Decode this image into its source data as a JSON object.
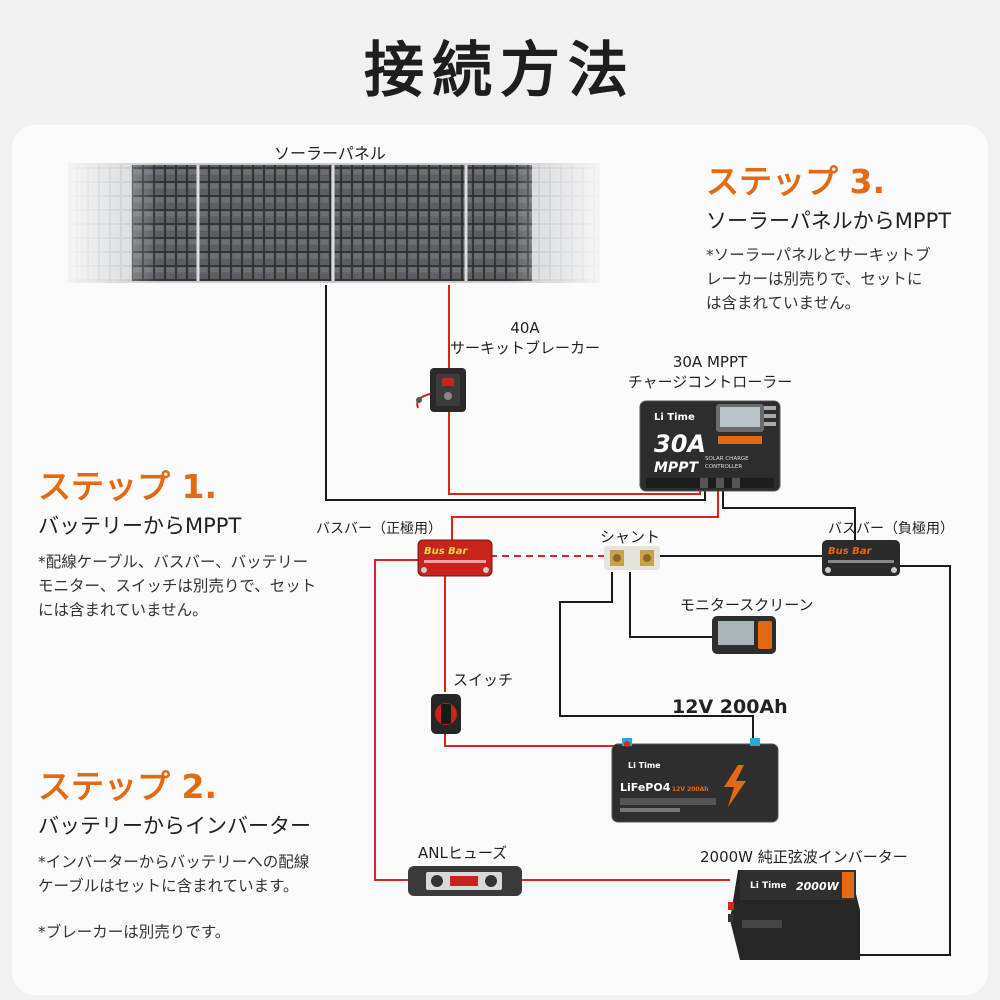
{
  "title": "接続方法",
  "steps": {
    "step1": {
      "title": "ステップ 1.",
      "subtitle": "バッテリーからMPPT",
      "note_lines": [
        "*配線ケーブル、バスバー、バッテリー",
        "モニター、スイッチは別売りで、セット",
        "には含まれていません。"
      ]
    },
    "step2": {
      "title": "ステップ 2.",
      "subtitle": "バッテリーからインバーター",
      "note_lines": [
        "*インバーターからバッテリーへの配線",
        "ケーブルはセットに含まれています。"
      ],
      "note2": "*ブレーカーは別売りです。"
    },
    "step3": {
      "title": "ステップ 3.",
      "subtitle": "ソーラーパネルからMPPT",
      "note_lines": [
        "*ソーラーパネルとサーキットブ",
        "レーカーは別売りで、セットに",
        "は含まれていません。"
      ]
    }
  },
  "labels": {
    "solar_panel": "ソーラーパネル",
    "breaker_line1": "40A",
    "breaker_line2": "サーキットブレーカー",
    "mppt_line1": "30A MPPT",
    "mppt_line2": "チャージコントローラー",
    "busbar_pos": "バスバー（正極用）",
    "busbar_neg": "バスバー（負極用）",
    "shunt": "シャント",
    "monitor": "モニタースクリーン",
    "switch": "スイッチ",
    "battery": "12V 200Ah",
    "anl_fuse": "ANLヒューズ",
    "inverter": "2000W 純正弦波インバーター"
  },
  "device_text": {
    "brand": "Li Time",
    "mppt_big": "30A",
    "mppt_mppt": "MPPT",
    "mppt_sub1": "SOLAR CHARGE",
    "mppt_sub2": "CONTROLLER",
    "busbar": "Bus Bar",
    "battery_chem": "LiFePO4",
    "battery_tag": "12V 200Ah",
    "inverter_power": "2000W"
  },
  "colors": {
    "accent": "#e36a12",
    "wire_red": "#d9241c",
    "wire_black": "#1a1a1a"
  }
}
